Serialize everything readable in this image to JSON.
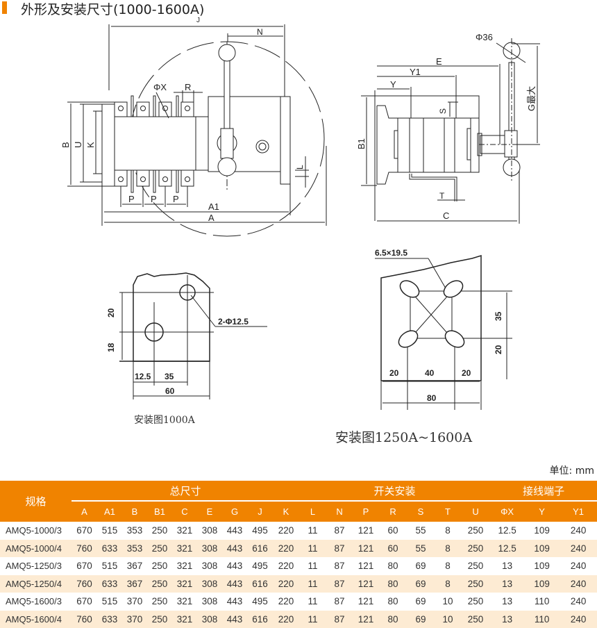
{
  "title": "外形及安装尺寸(1000-1600A)",
  "front_view": {
    "J": "J",
    "N": "N",
    "PhiX": "ΦX",
    "R": "R",
    "B": "B",
    "U": "U",
    "K": "K",
    "L": "L",
    "P": "P",
    "A1": "A1",
    "A": "A"
  },
  "side_view": {
    "phi36": "Φ36",
    "E": "E",
    "Y1": "Y1",
    "Y": "Y",
    "S": "S",
    "B1": "B1",
    "G": "G最大",
    "T": "T",
    "C": "C"
  },
  "mount_1000": {
    "caption": "安装图1000A",
    "d20": "20",
    "d18": "18",
    "d12_5": "12.5",
    "d35": "35",
    "d60": "60",
    "holes": "2-Φ12.5"
  },
  "mount_1250": {
    "caption": "安装图1250A~1600A",
    "slot": "6.5×19.5",
    "d35": "35",
    "d20v": "20",
    "d20a": "20",
    "d40": "40",
    "d20b": "20",
    "d80": "80"
  },
  "unit": "单位: mm",
  "table": {
    "model_header": "规格",
    "groups": [
      "总尺寸",
      "开关安装",
      "接线端子"
    ],
    "columns": [
      "A",
      "A1",
      "B",
      "B1",
      "C",
      "E",
      "G",
      "J",
      "K",
      "L",
      "N",
      "P",
      "R",
      "S",
      "T",
      "U",
      "ΦX",
      "Y",
      "Y1"
    ],
    "rows": [
      {
        "model": "AMQ5-1000/3",
        "v": [
          "670",
          "515",
          "353",
          "250",
          "321",
          "308",
          "443",
          "495",
          "220",
          "11",
          "87",
          "121",
          "60",
          "55",
          "8",
          "250",
          "12.5",
          "109",
          "240"
        ]
      },
      {
        "model": "AMQ5-1000/4",
        "v": [
          "760",
          "633",
          "353",
          "250",
          "321",
          "308",
          "443",
          "616",
          "220",
          "11",
          "87",
          "121",
          "60",
          "55",
          "8",
          "250",
          "12.5",
          "109",
          "240"
        ]
      },
      {
        "model": "AMQ5-1250/3",
        "v": [
          "670",
          "515",
          "367",
          "250",
          "321",
          "308",
          "443",
          "495",
          "220",
          "11",
          "87",
          "121",
          "80",
          "69",
          "8",
          "250",
          "13",
          "109",
          "240"
        ]
      },
      {
        "model": "AMQ5-1250/4",
        "v": [
          "760",
          "633",
          "367",
          "250",
          "321",
          "308",
          "443",
          "616",
          "220",
          "11",
          "87",
          "121",
          "80",
          "69",
          "8",
          "250",
          "13",
          "109",
          "240"
        ]
      },
      {
        "model": "AMQ5-1600/3",
        "v": [
          "670",
          "515",
          "370",
          "250",
          "321",
          "308",
          "443",
          "495",
          "220",
          "11",
          "87",
          "121",
          "80",
          "69",
          "10",
          "250",
          "13",
          "110",
          "240"
        ]
      },
      {
        "model": "AMQ5-1600/4",
        "v": [
          "760",
          "633",
          "370",
          "250",
          "321",
          "308",
          "443",
          "616",
          "220",
          "11",
          "87",
          "121",
          "80",
          "69",
          "10",
          "250",
          "13",
          "110",
          "240"
        ]
      }
    ]
  },
  "colors": {
    "accent": "#f08300",
    "row_alt": "#fdebd3"
  }
}
